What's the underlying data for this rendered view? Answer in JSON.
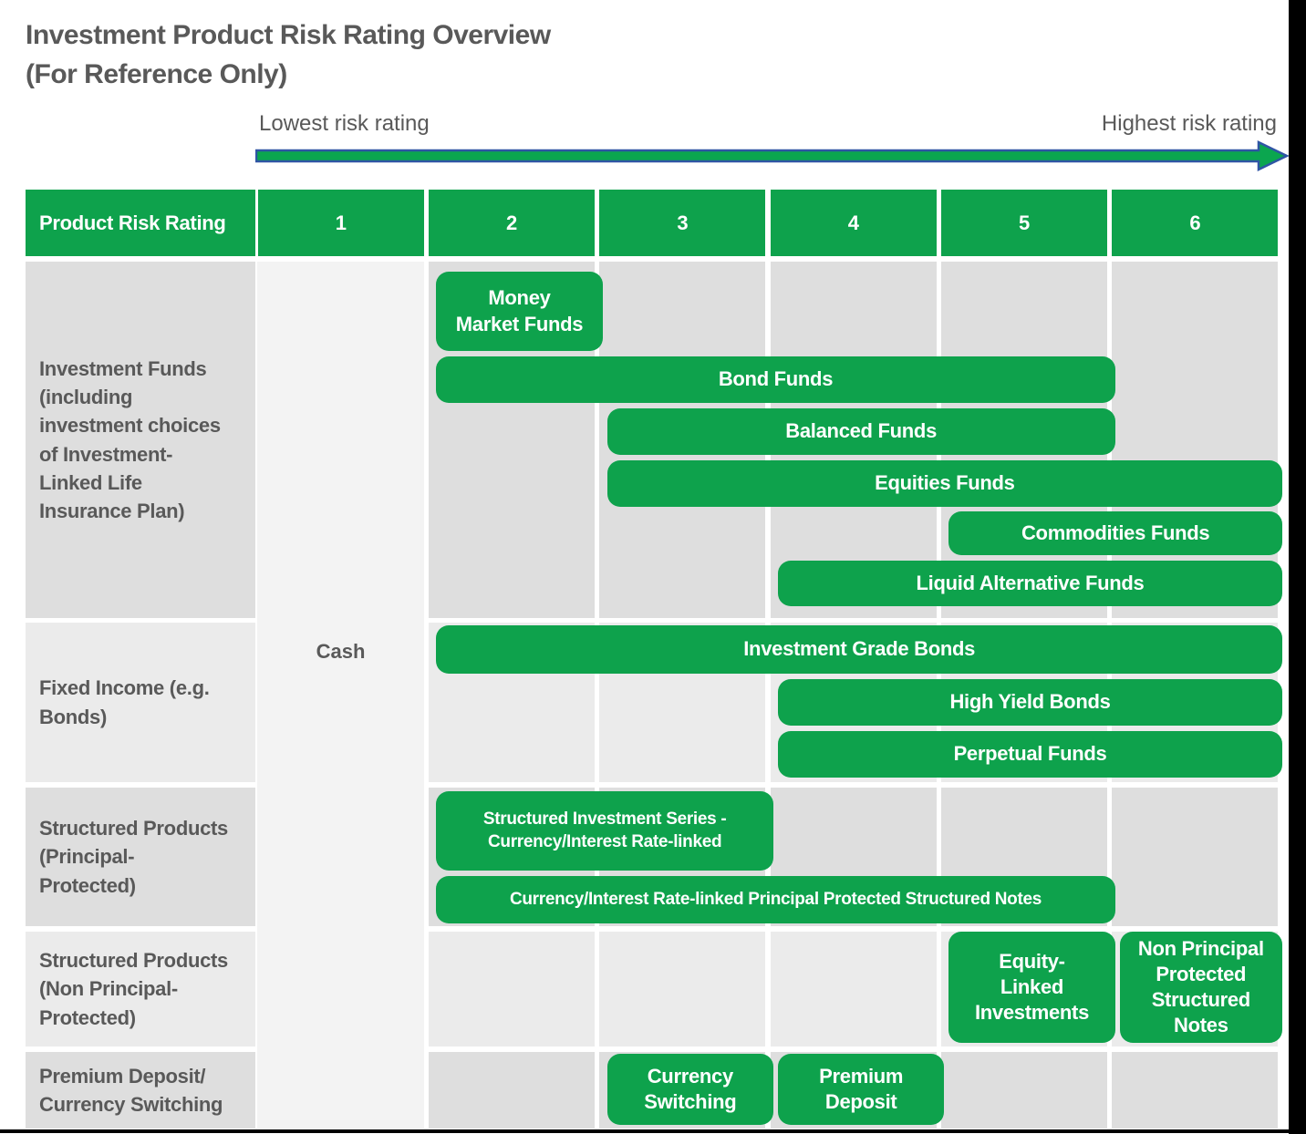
{
  "title": "Investment Product Risk Rating Overview\n(For Reference Only)",
  "axis": {
    "lowest": "Lowest risk rating",
    "highest": "Highest risk rating"
  },
  "chart_data": {
    "type": "table",
    "title": "Investment Product Risk Rating Overview (For Reference Only)",
    "columns": [
      "Product Risk Rating",
      "1",
      "2",
      "3",
      "4",
      "5",
      "6"
    ],
    "axis_annotation": {
      "low": "Lowest risk rating",
      "high": "Highest risk rating"
    },
    "rating_scale": [
      1,
      2,
      3,
      4,
      5,
      6
    ],
    "cash": {
      "label": "Cash",
      "rating_min": 1,
      "rating_max": 1,
      "spans_all_categories": true
    },
    "rows": [
      {
        "category": "Investment Funds\n(including\ninvestment choices\nof Investment-\nLinked Life\nInsurance Plan)",
        "products": [
          {
            "id": "mmf",
            "label": "Money\nMarket Funds",
            "rating_min": 2,
            "rating_max": 2
          },
          {
            "id": "bond",
            "label": "Bond Funds",
            "rating_min": 2,
            "rating_max": 5
          },
          {
            "id": "balanced",
            "label": "Balanced Funds",
            "rating_min": 3,
            "rating_max": 5
          },
          {
            "id": "equities",
            "label": "Equities Funds",
            "rating_min": 3,
            "rating_max": 6
          },
          {
            "id": "commodities",
            "label": "Commodities  Funds",
            "rating_min": 5,
            "rating_max": 6
          },
          {
            "id": "liquidalt",
            "label": "Liquid Alternative Funds",
            "rating_min": 4,
            "rating_max": 6
          }
        ]
      },
      {
        "category": "Fixed Income (e.g.\nBonds)",
        "products": [
          {
            "id": "igb",
            "label": "Investment Grade Bonds",
            "rating_min": 2,
            "rating_max": 6
          },
          {
            "id": "hyb",
            "label": "High Yield Bonds",
            "rating_min": 4,
            "rating_max": 6
          },
          {
            "id": "perpetual",
            "label": "Perpetual Funds",
            "rating_min": 4,
            "rating_max": 6
          }
        ]
      },
      {
        "category": "Structured Products\n(Principal-\nProtected)",
        "products": [
          {
            "id": "sis",
            "label": "Structured Investment Series -\nCurrency/Interest Rate-linked",
            "rating_min": 2,
            "rating_max": 3
          },
          {
            "id": "ppnotes",
            "label": "Currency/Interest Rate-linked Principal Protected Structured Notes",
            "rating_min": 2,
            "rating_max": 5
          }
        ]
      },
      {
        "category": "Structured Products\n(Non Principal-\nProtected)",
        "products": [
          {
            "id": "eli",
            "label": "Equity-\nLinked\nInvestments",
            "rating_min": 5,
            "rating_max": 5
          },
          {
            "id": "nppsn",
            "label": "Non Principal\nProtected\nStructured\nNotes",
            "rating_min": 6,
            "rating_max": 6
          }
        ]
      },
      {
        "category": "Premium Deposit/\nCurrency Switching",
        "products": [
          {
            "id": "cs",
            "label": "Currency\nSwitching",
            "rating_min": 3,
            "rating_max": 3
          },
          {
            "id": "pd",
            "label": "Premium\nDeposit",
            "rating_min": 4,
            "rating_max": 4
          }
        ]
      }
    ]
  },
  "colors": {
    "green": "#0EA24C",
    "arrow_green": "#0BA64F",
    "arrow_border": "#2F55A4",
    "cell_dark": "#DEDEDE",
    "cell_light": "#EBEBEB",
    "cash_bg": "#F3F3F3",
    "text_gray": "#595959",
    "header_text": "#FFFFFF",
    "border_black": "#000000"
  }
}
